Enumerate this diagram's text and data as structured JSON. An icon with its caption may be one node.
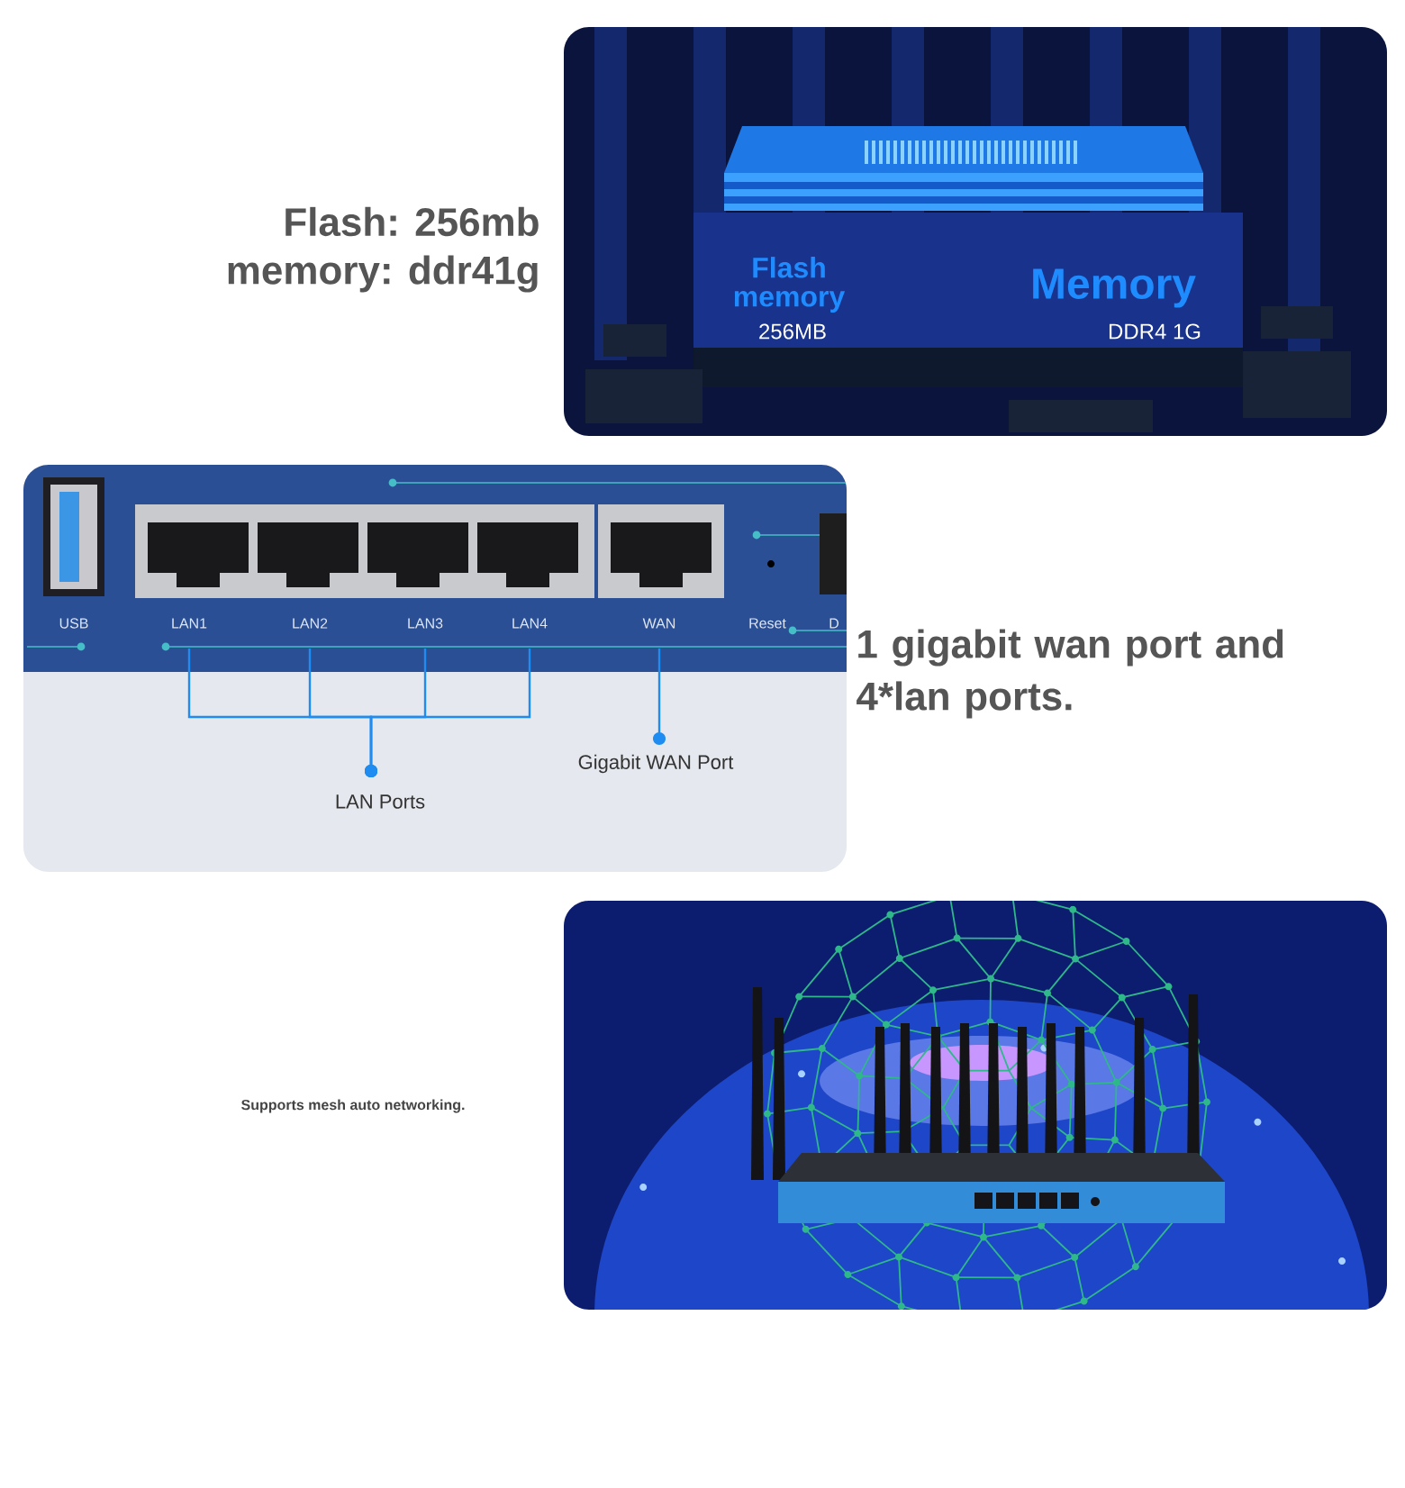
{
  "diagram": {
    "nodes": [
      {
        "text": [
          "LAN1"
        ]
      },
      {
        "text": [
          "LAN2"
        ]
      },
      {
        "text": [
          "LAN3"
        ]
      },
      {
        "text": [
          "LAN4"
        ]
      },
      {
        "text": [
          "WAN"
        ]
      },
      {
        "text": [
          "LAN Ports"
        ]
      },
      {
        "text": [
          "Gigabit WAN Port"
        ]
      }
    ],
    "edges": [
      {
        "from": 5,
        "to": 0,
        "arrow": "other"
      },
      {
        "from": 5,
        "to": 1,
        "arrow": "other"
      },
      {
        "from": 5,
        "to": 2,
        "arrow": "other"
      },
      {
        "from": 5,
        "to": 3,
        "arrow": "other"
      },
      {
        "from": 6,
        "to": 4,
        "arrow": "other"
      }
    ],
    "labels": [
      "Flash: 256mb",
      "memory: ddr41g",
      "Flash memory",
      "256MB",
      "Memory",
      "DDR4 1G",
      "USB",
      "Reset",
      "D",
      "1 gigabit wan port and 4*lan ports.",
      "Supports mesh auto networking."
    ]
  }
}
